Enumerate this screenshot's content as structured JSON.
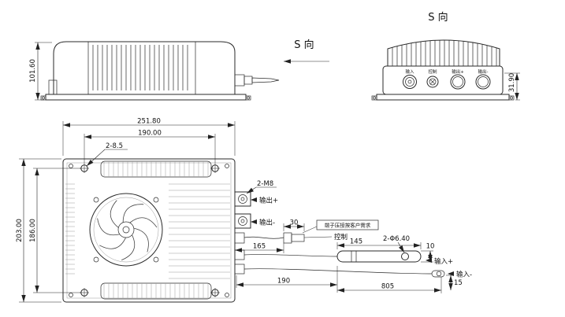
{
  "sheet": {
    "bg": "#ffffff",
    "line_color": "#2a2a2a"
  },
  "side_view": {
    "dim_height": "101.60"
  },
  "direction_marker": {
    "label": "S 向"
  },
  "end_view": {
    "title": "S 向",
    "dim_height": "31.90",
    "connector_labels": [
      "输入",
      "控制",
      "输出+",
      "输出-"
    ]
  },
  "top_view": {
    "dim_overall_width": "251.80",
    "dim_hole_span_h": "190.00",
    "label_mount_holes": "2-8.5",
    "dim_overall_height": "203.00",
    "dim_hole_span_v": "186.00",
    "label_studs": "2-M8",
    "label_output_pos": "输出+",
    "label_output_neg": "输出-",
    "dim_control_cable": "165",
    "dim_control_connector": "30",
    "note_terminal": "端子压接按客户需求",
    "label_control": "控制",
    "dim_lug_length": "145",
    "label_lug_hole": "2-Φ6.40",
    "dim_lug_width": "10",
    "label_input_pos": "输入+",
    "label_input_neg": "输入-",
    "dim_cable_section_1": "190",
    "dim_cable_section_2": "805",
    "dim_end_offset": "15"
  }
}
